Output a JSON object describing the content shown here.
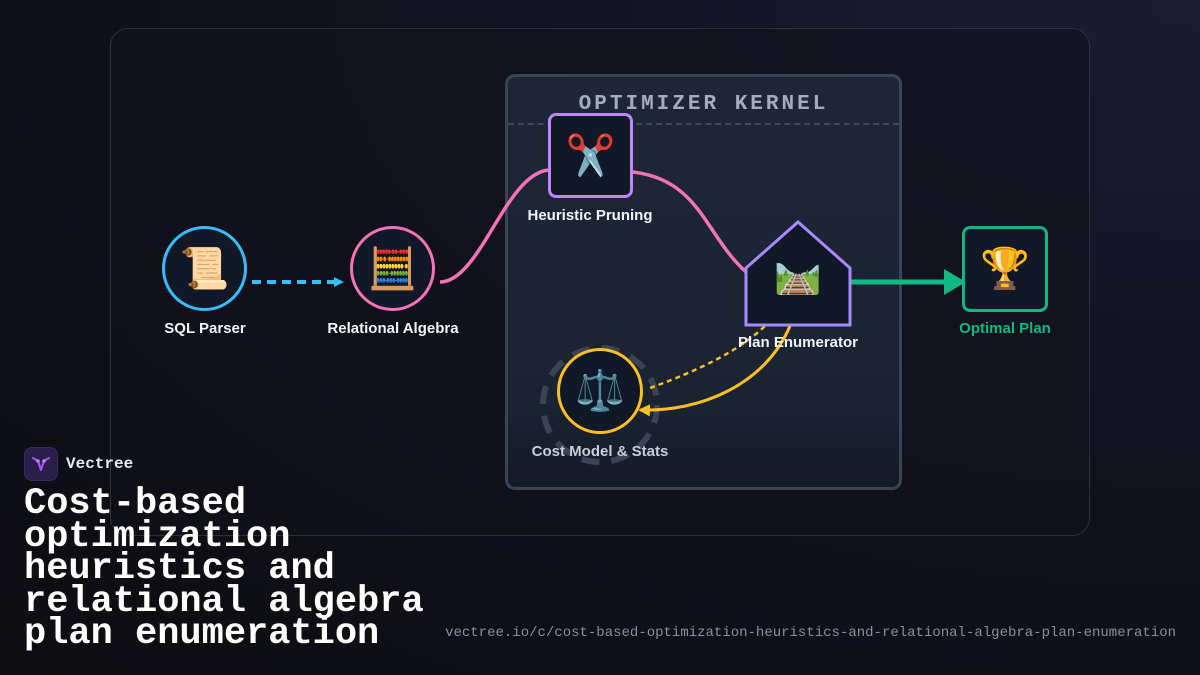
{
  "diagram": {
    "kernel_title": "OPTIMIZER KERNEL",
    "nodes": {
      "sql_parser": {
        "label": "SQL Parser",
        "icon": "scroll-icon",
        "glyph": "📜",
        "color": "#38bdf8"
      },
      "relational_algebra": {
        "label": "Relational Algebra",
        "icon": "abacus-icon",
        "glyph": "🧮",
        "color": "#f472b6"
      },
      "heuristic_pruning": {
        "label": "Heuristic Pruning",
        "icon": "scissors-icon",
        "glyph": "✂️",
        "color": "#c084fc"
      },
      "plan_enumerator": {
        "label": "Plan Enumerator",
        "icon": "railway-track-icon",
        "glyph": "🛤️",
        "color": "#a78bfa"
      },
      "cost_model": {
        "label": "Cost Model & Stats",
        "icon": "balance-scale-icon",
        "glyph": "⚖️",
        "color": "#fbbf24"
      },
      "optimal_plan": {
        "label": "Optimal Plan",
        "icon": "trophy-icon",
        "glyph": "🏆",
        "color": "#10b981"
      }
    }
  },
  "brand": {
    "name": "Vectree",
    "icon": "vectree-logo-icon"
  },
  "title": "Cost-based optimization heuristics and relational algebra plan enumeration",
  "url": "vectree.io/c/cost-based-optimization-heuristics-and-relational-algebra-plan-enumeration"
}
